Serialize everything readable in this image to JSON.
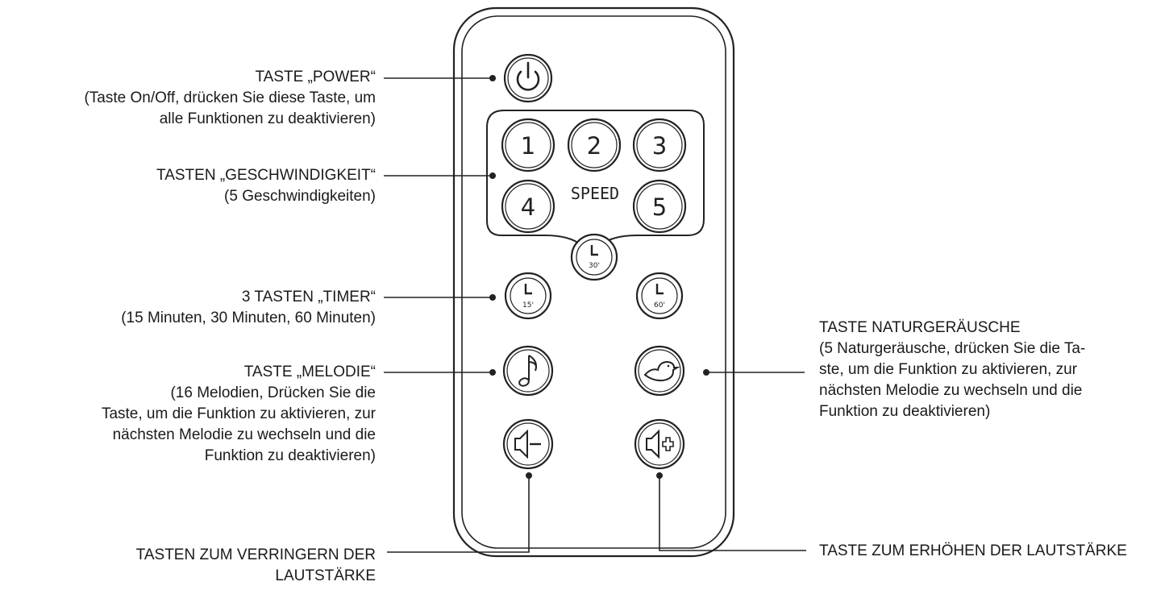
{
  "remote": {
    "speed_label": "SPEED",
    "speed_buttons": [
      "1",
      "2",
      "3",
      "4",
      "5"
    ],
    "timer_captions": [
      "15'",
      "30'",
      "60'"
    ]
  },
  "labels": {
    "power": [
      "TASTE „POWER“",
      "(Taste On/Off, drücken Sie diese Taste, um",
      "alle Funktionen zu deaktivieren)"
    ],
    "speed": [
      "TASTEN „GESCHWINDIGKEIT“",
      "(5 Geschwindigkeiten)"
    ],
    "timer": [
      "3 TASTEN „TIMER“",
      "(15 Minuten, 30 Minuten, 60 Minuten)"
    ],
    "melody": [
      "TASTE „MELODIE“",
      "(16 Melodien, Drücken Sie die",
      "Taste, um die Funktion zu aktivieren, zur",
      "nächsten Melodie zu wechseln und die",
      "Funktion zu deaktivieren)"
    ],
    "nature": [
      "TASTE NATURGERÄUSCHE",
      "(5 Naturgeräusche, drücken Sie die Ta-",
      "ste, um die Funktion zu aktivieren, zur",
      "nächsten Melodie zu wechseln und die",
      "Funktion zu deaktivieren)"
    ],
    "volume_down": [
      "TASTEN ZUM VERRINGERN DER",
      "LAUTSTÄRKE"
    ],
    "volume_up": [
      "TASTE ZUM ERHÖHEN DER LAUTSTÄRKE"
    ]
  },
  "icons": {
    "power": "power-icon",
    "timer": "clock-icon",
    "melody": "music-note-icon",
    "nature": "bird-icon",
    "volume_down": "speaker-minus-icon",
    "volume_up": "speaker-plus-icon"
  }
}
